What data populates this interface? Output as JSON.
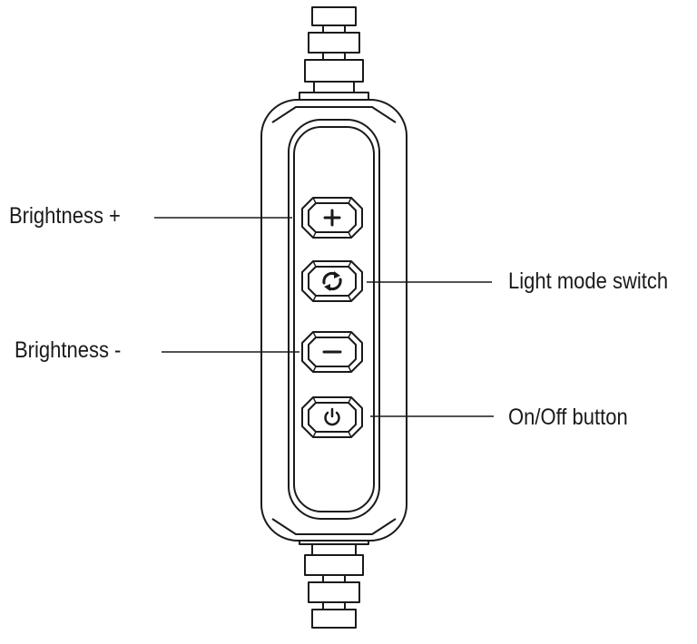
{
  "labels": {
    "brightness_plus": "Brightness +",
    "light_mode_switch": "Light mode switch",
    "brightness_minus": "Brightness -",
    "on_off_button": "On/Off button"
  },
  "buttons": [
    {
      "name": "brightness-plus-button",
      "icon": "plus-icon"
    },
    {
      "name": "light-mode-switch-button",
      "icon": "cycle-arrows-icon"
    },
    {
      "name": "brightness-minus-button",
      "icon": "minus-icon"
    },
    {
      "name": "on-off-button",
      "icon": "power-icon"
    }
  ],
  "colors": {
    "line": "#1a1a1a",
    "background": "#ffffff"
  }
}
